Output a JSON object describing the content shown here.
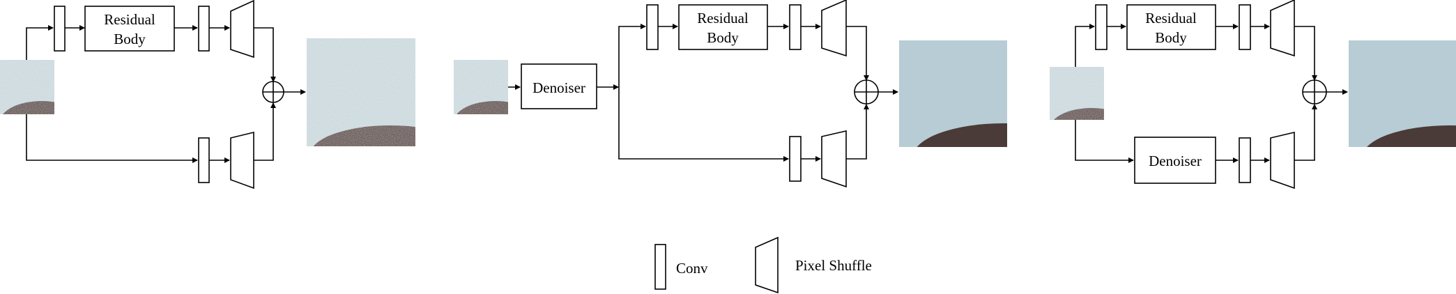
{
  "colors": {
    "stroke": "#000000",
    "sky": "#b7ccd4",
    "sky_noisy": "#bfd0d6",
    "ground": "#4a3a38"
  },
  "blocks": {
    "residual_body_line1": "Residual",
    "residual_body_line2": "Body",
    "denoiser": "Denoiser"
  },
  "legend": {
    "conv": "Conv",
    "pixel_shuffle": "Pixel Shuffle"
  },
  "icons": {
    "sum": "circled-plus-icon",
    "arrow": "arrowhead-icon"
  }
}
